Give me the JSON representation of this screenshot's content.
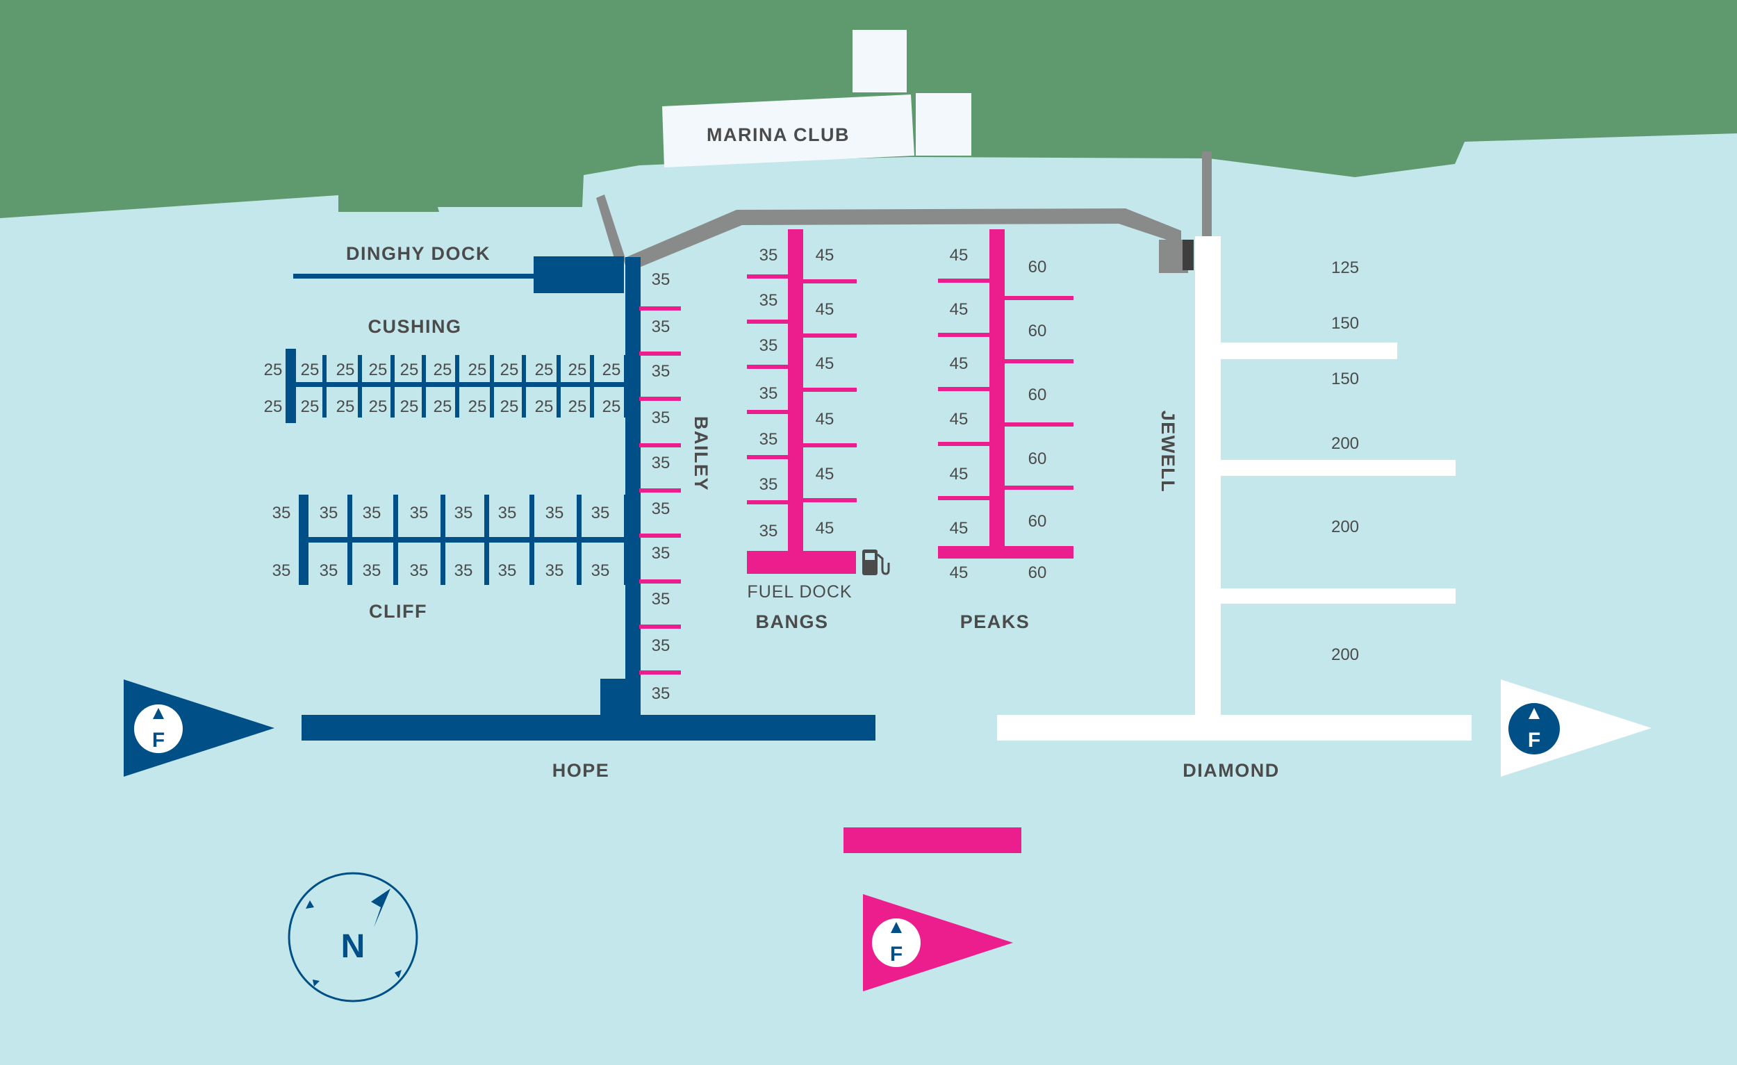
{
  "colors": {
    "water": "#c4e7ec",
    "land": "#5e9a6d",
    "building": "#f2f8fc",
    "walkway": "#898b8b",
    "navy": "#004f86",
    "magenta": "#ec1e8d",
    "white": "#ffffff",
    "text": "#4b4b4b",
    "fuel_pump": "#4b4b4b"
  },
  "labels": {
    "marina_club": "MARINA CLUB",
    "dinghy_dock": "DINGHY DOCK",
    "cushing": "CUSHING",
    "cliff": "CLIFF",
    "bailey": "BAILEY",
    "fuel_dock": "FUEL DOCK",
    "bangs": "BANGS",
    "peaks": "PEAKS",
    "jewell": "JEWELL",
    "hope": "HOPE",
    "diamond": "DIAMOND",
    "north": "N",
    "flag_letter": "F"
  },
  "slips": {
    "cushing_top": [
      "25",
      "25",
      "25",
      "25",
      "25",
      "25",
      "25",
      "25",
      "25",
      "25",
      "25"
    ],
    "cushing_bottom": [
      "25",
      "25",
      "25",
      "25",
      "25",
      "25",
      "25",
      "25",
      "25",
      "25",
      "25"
    ],
    "cliff_top": [
      "35",
      "35",
      "35",
      "35",
      "35",
      "35",
      "35",
      "35"
    ],
    "cliff_bottom": [
      "35",
      "35",
      "35",
      "35",
      "35",
      "35",
      "35",
      "35"
    ],
    "bailey": [
      "35",
      "35",
      "35",
      "35",
      "35",
      "35",
      "35",
      "35",
      "35",
      "35"
    ],
    "bangs_left": [
      "35",
      "35",
      "35",
      "35",
      "35",
      "35",
      "35"
    ],
    "bangs_right": [
      "45",
      "45",
      "45",
      "45",
      "45",
      "45"
    ],
    "peaks_left": [
      "45",
      "45",
      "45",
      "45",
      "45",
      "45",
      "45"
    ],
    "peaks_right": [
      "60",
      "60",
      "60",
      "60",
      "60",
      "60"
    ],
    "jewell": [
      "125",
      "150",
      "150",
      "200",
      "200",
      "200"
    ]
  },
  "icons": {
    "fuel": "fuel-pump-icon",
    "compass": "compass-icon",
    "flag": "pennant-flag-icon"
  }
}
